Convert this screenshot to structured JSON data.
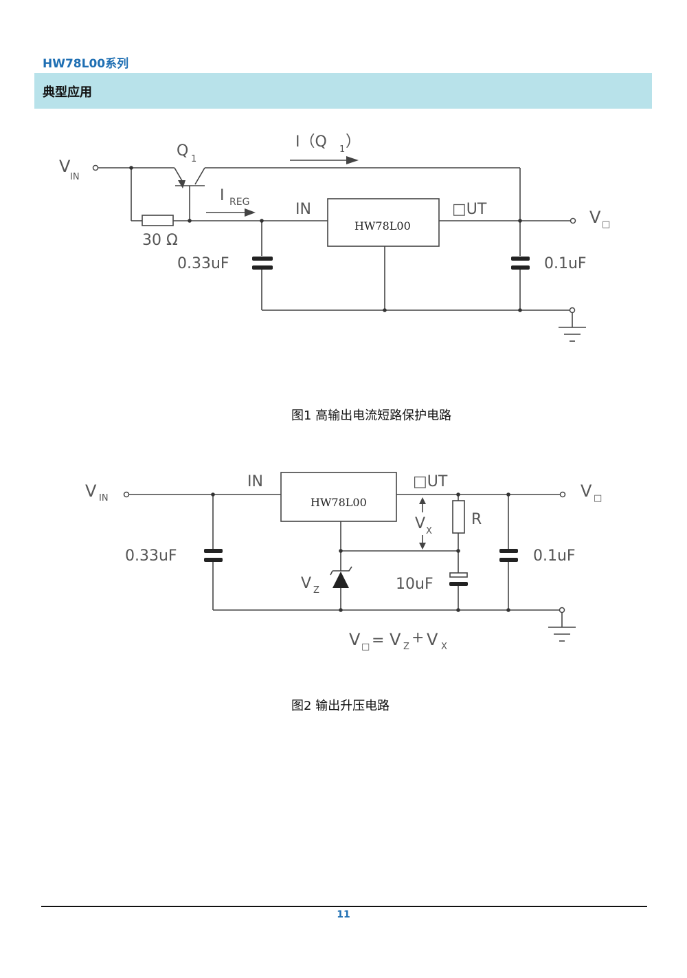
{
  "header": {
    "series": "HW78L00系列"
  },
  "section": {
    "title": "典型应用"
  },
  "figure1": {
    "caption": "图1  高输出电流短路保护电路",
    "vin": "V",
    "vin_sub": "IN",
    "vout": "V",
    "vout_sub": "□",
    "transistor": "Q",
    "transistor_sub": "1",
    "current_q1": "I（Q",
    "current_q1_sub": "1",
    "current_q1_end": "）",
    "current_reg": "I",
    "current_reg_sub": "REG",
    "resistor": "30 Ω",
    "pin_in": "IN",
    "pin_out": "□UT",
    "chip": "HW78L00",
    "cap_in": "0.33uF",
    "cap_out": "0.1uF"
  },
  "figure2": {
    "caption": "图2  输出升压电路",
    "vin": "V",
    "vin_sub": "IN",
    "vout": "V",
    "vout_sub": "□",
    "pin_in": "IN",
    "pin_out": "□UT",
    "chip": "HW78L00",
    "cap_in": "0.33uF",
    "cap_out": "0.1uF",
    "cap_mid": "10uF",
    "resistor": "R",
    "vx": "V",
    "vx_sub": "X",
    "vz": "V",
    "vz_sub": "Z",
    "eq_vo": "V",
    "eq_vo_sub": "□",
    "eq_equals": "=",
    "eq_vz": "V",
    "eq_vz_sub": "Z",
    "eq_plus": "+",
    "eq_vx": "V",
    "eq_vx_sub": "X"
  },
  "footer": {
    "page_number": "11"
  }
}
